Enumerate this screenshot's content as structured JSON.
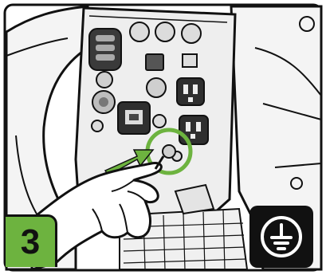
{
  "step": {
    "number": "3"
  },
  "icons": {
    "ground": "earth-ground-symbol",
    "pointer": "green-arrow",
    "highlight": "green-circle"
  },
  "colors": {
    "accent_green": "#6db33f",
    "outline": "#111111",
    "background": "#ffffff",
    "panel": "#f2f2f2"
  }
}
